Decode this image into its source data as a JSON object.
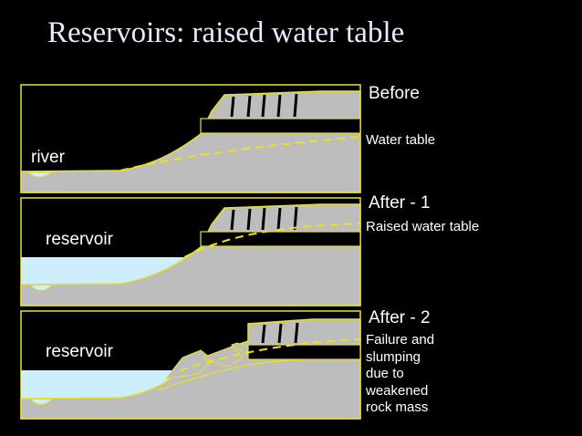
{
  "title": "Reservoirs: raised water table",
  "panels": [
    {
      "heading": "Before",
      "note": "Water table",
      "inner_label": "river"
    },
    {
      "heading": "After - 1",
      "note": "Raised water table",
      "inner_label": "reservoir"
    },
    {
      "heading": "After - 2",
      "note_lines": [
        "Failure and",
        "slumping",
        "due to",
        "weakened",
        "rock mass"
      ],
      "inner_label": "reservoir"
    }
  ],
  "colors": {
    "background": "#000000",
    "rock": "#bdbdbd",
    "outline": "#e8e030",
    "water": "#cdeefb",
    "water_table": "#f0e020",
    "text": "#ffffff"
  }
}
